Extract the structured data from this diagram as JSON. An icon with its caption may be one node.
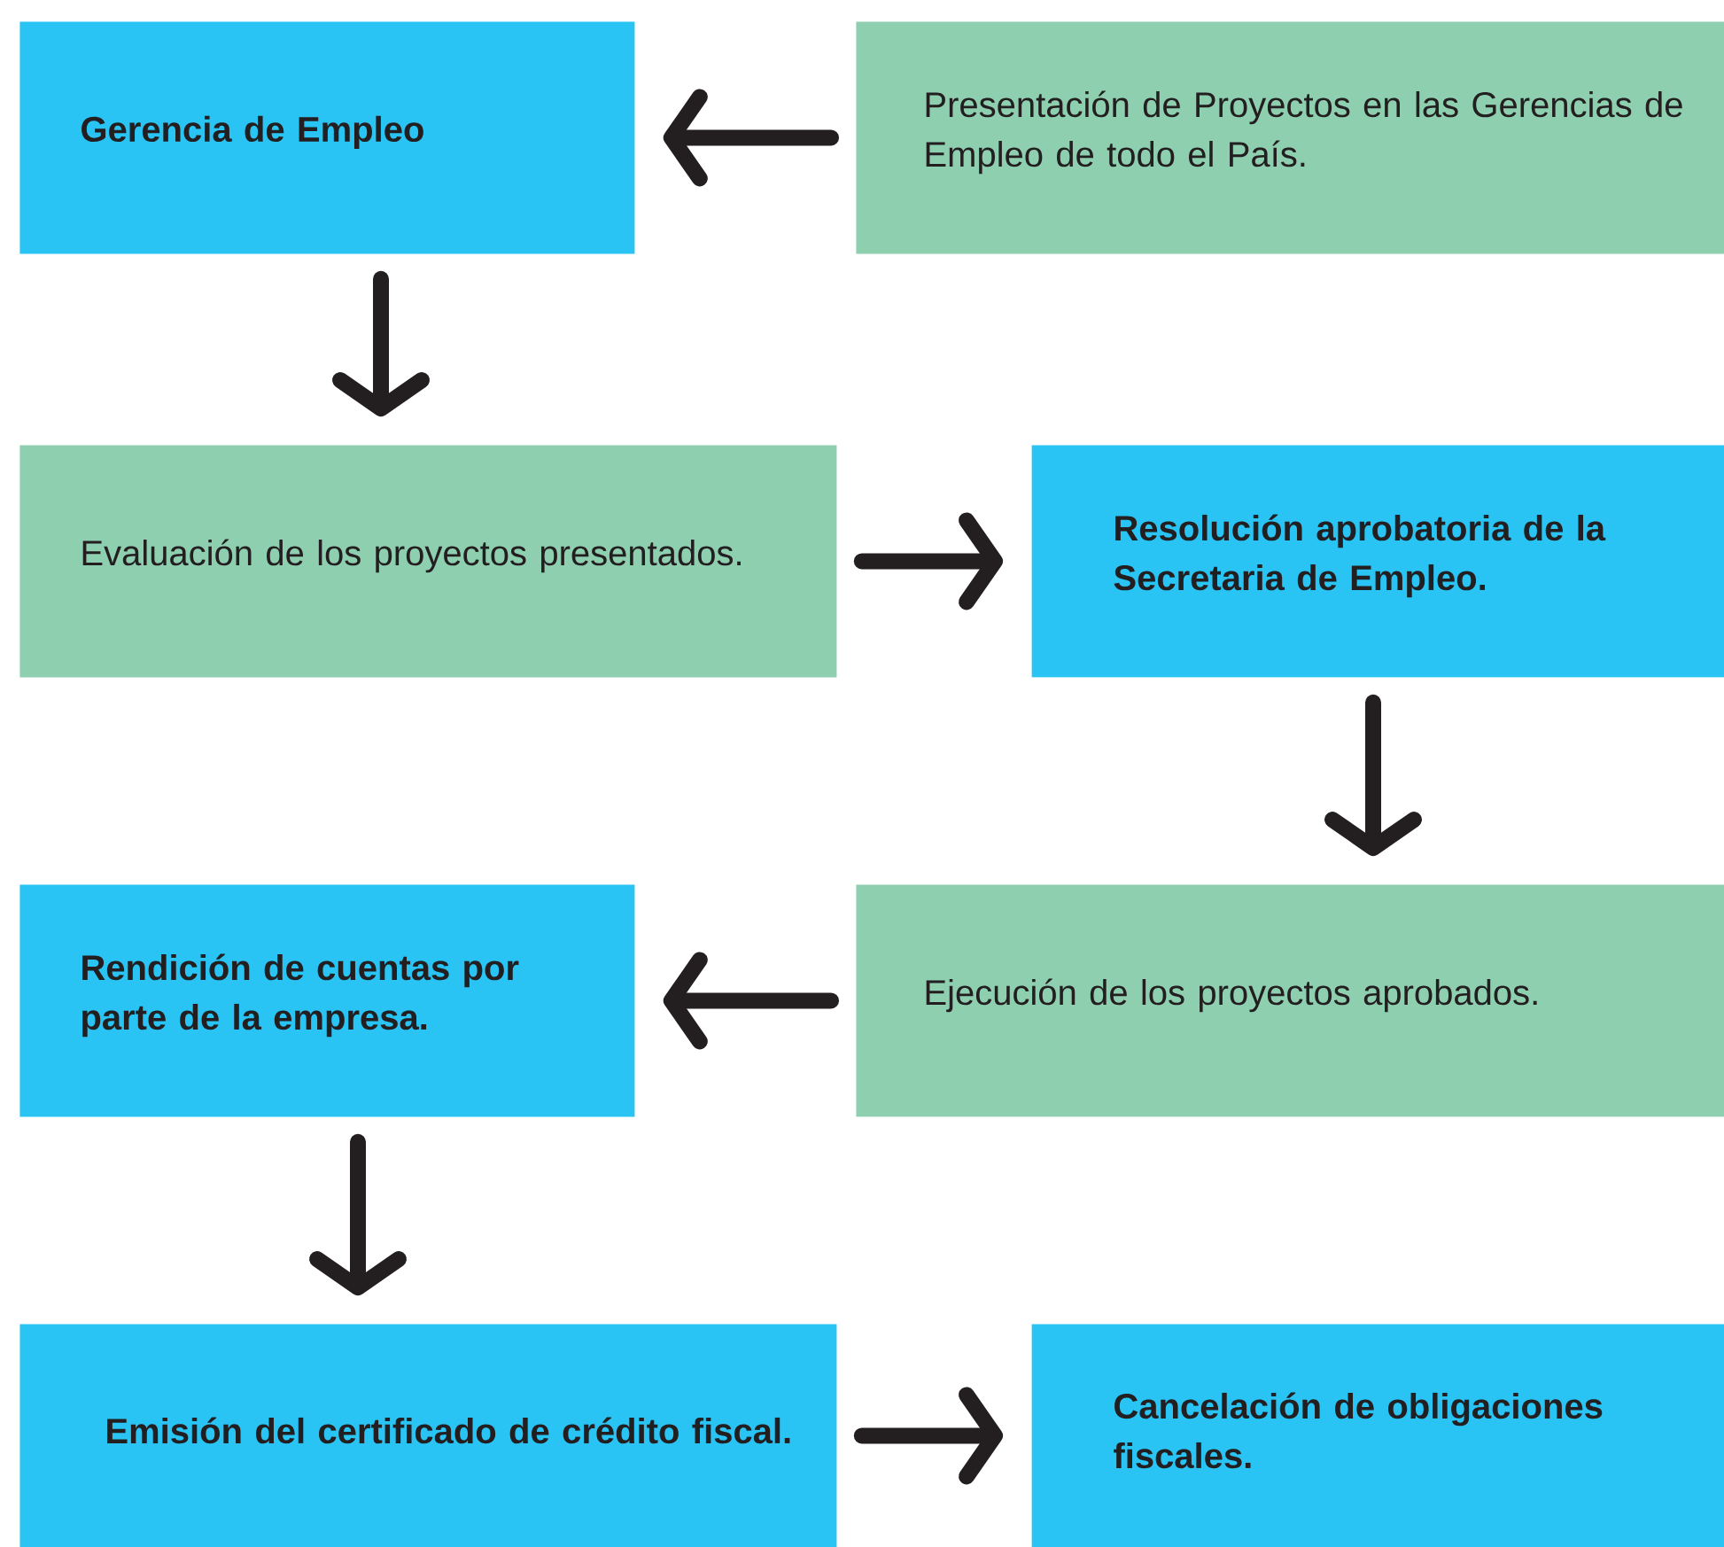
{
  "diagram": {
    "nodes": [
      {
        "text": [
          "Gerencia de Empleo"
        ]
      },
      {
        "text": [
          "Presentación de Proyectos en las Gerencias de Empleo de todo el País."
        ]
      },
      {
        "text": [
          "Evaluación de los proyectos presentados."
        ]
      },
      {
        "text": [
          "Resolución aprobatoria de la Secretaria de Empleo."
        ]
      },
      {
        "text": [
          "Ejecución de los proyectos aprobados."
        ]
      },
      {
        "text": [
          "Rendición de cuentas por parte de la empresa."
        ]
      },
      {
        "text": [
          "Emisión del certificado de crédito fiscal."
        ]
      },
      {
        "text": [
          "Cancelación de obligaciones fiscales."
        ]
      }
    ],
    "edges": [
      {
        "from": 1,
        "to": 0,
        "arrow": "to"
      },
      {
        "from": 0,
        "to": 2,
        "arrow": "to"
      },
      {
        "from": 2,
        "to": 3,
        "arrow": "to"
      },
      {
        "from": 3,
        "to": 4,
        "arrow": "to"
      },
      {
        "from": 4,
        "to": 5,
        "arrow": "to"
      },
      {
        "from": 5,
        "to": 6,
        "arrow": "to"
      },
      {
        "from": 6,
        "to": 7,
        "arrow": "to"
      }
    ]
  }
}
